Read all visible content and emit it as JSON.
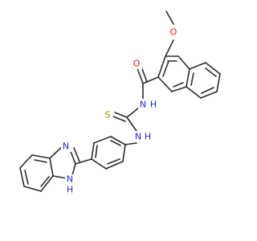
{
  "colors": {
    "bond": "#2b2b2b",
    "oxygen": "#e8140c",
    "nitrogen": "#1f24e6",
    "sulfur": "#9a8a00"
  },
  "labels": {
    "methoxy_o": "O",
    "carbonyl_o": "O",
    "amide_n": "N",
    "amide_h": "H",
    "thio_s": "S",
    "thioamide_n": "N",
    "thioamide_h": "H",
    "imidazole_n": "N",
    "imidazole_nh_n": "N",
    "imidazole_nh_h": "H"
  }
}
